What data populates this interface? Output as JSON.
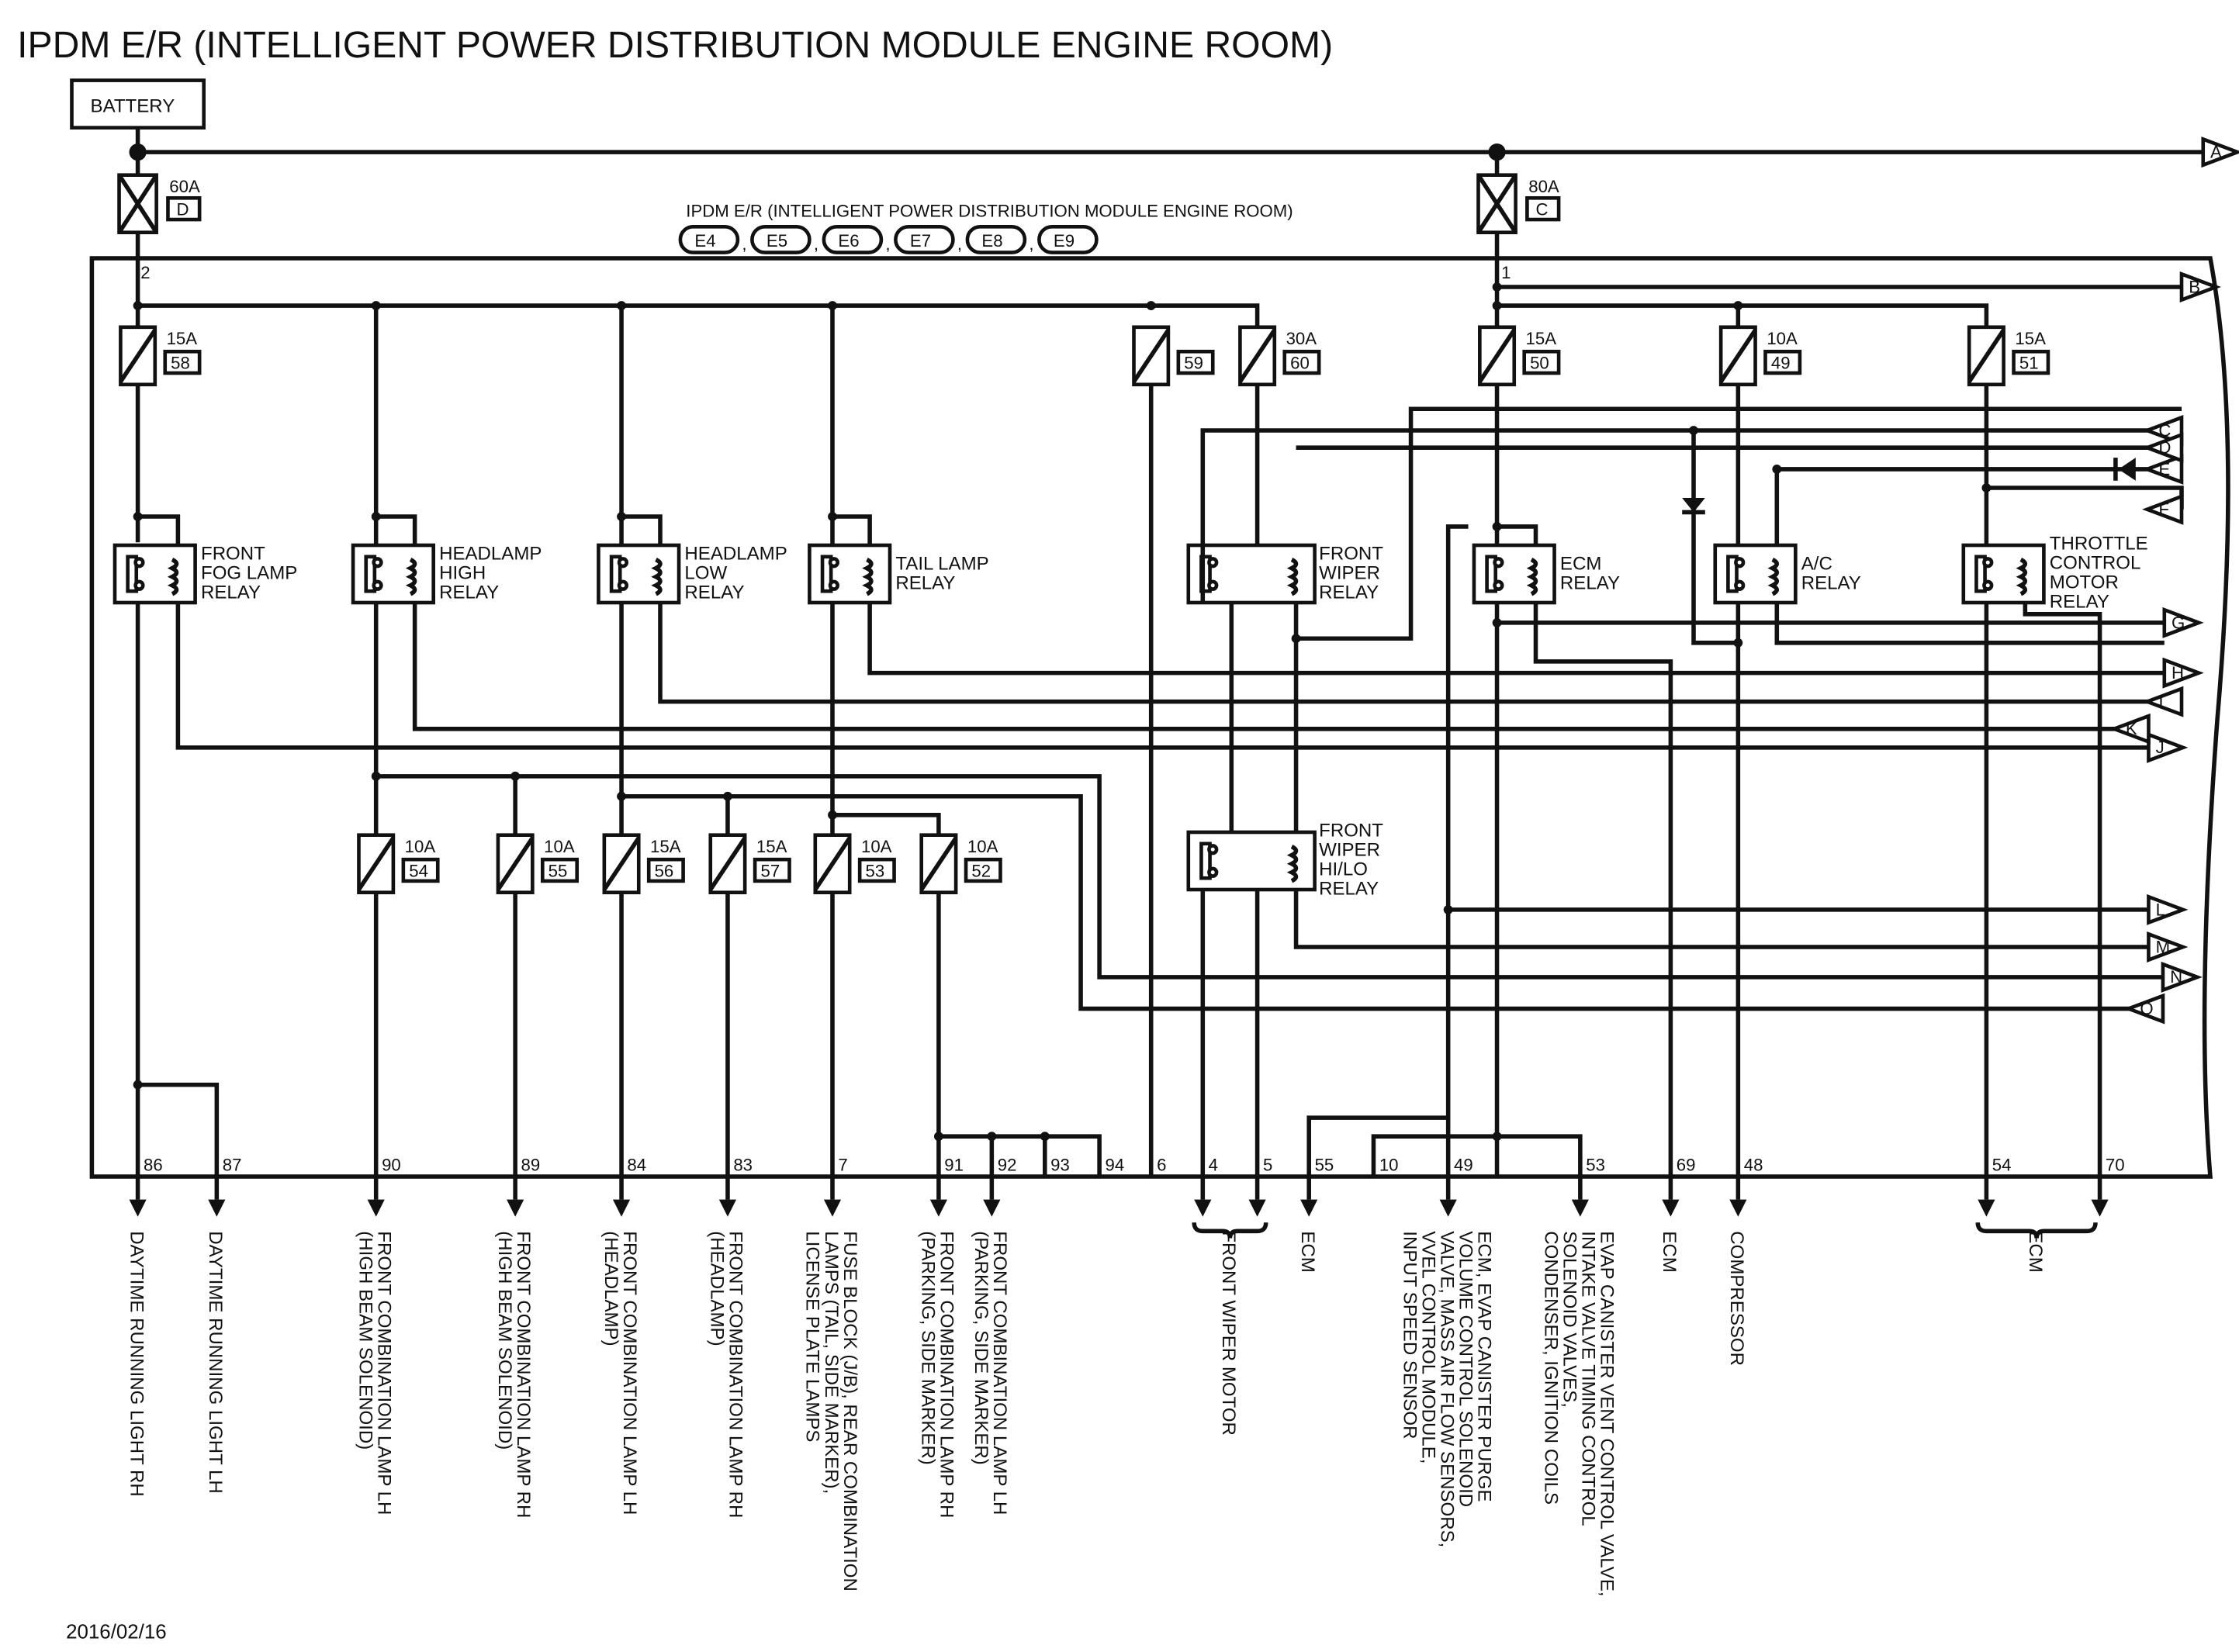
{
  "title": "IPDM E/R (INTELLIGENT POWER DISTRIBUTION MODULE ENGINE ROOM)",
  "battery": "BATTERY",
  "module_label": "IPDM E/R (INTELLIGENT POWER DISTRIBUTION MODULE ENGINE ROOM)",
  "connectors": [
    "E4",
    "E5",
    "E6",
    "E7",
    "E8",
    "E9"
  ],
  "fusible_links": [
    {
      "rating": "60A",
      "id": "D",
      "terminal": "2"
    },
    {
      "rating": "80A",
      "id": "C",
      "terminal": "1"
    }
  ],
  "fuses": [
    {
      "rating": "15A",
      "num": "58"
    },
    {
      "rating": "",
      "num": "59"
    },
    {
      "rating": "30A",
      "num": "60"
    },
    {
      "rating": "15A",
      "num": "50"
    },
    {
      "rating": "10A",
      "num": "49"
    },
    {
      "rating": "15A",
      "num": "51"
    },
    {
      "rating": "10A",
      "num": "54"
    },
    {
      "rating": "10A",
      "num": "55"
    },
    {
      "rating": "15A",
      "num": "56"
    },
    {
      "rating": "15A",
      "num": "57"
    },
    {
      "rating": "10A",
      "num": "53"
    },
    {
      "rating": "10A",
      "num": "52"
    }
  ],
  "relays": [
    {
      "lines": [
        "FRONT",
        "FOG LAMP",
        "RELAY"
      ]
    },
    {
      "lines": [
        "HEADLAMP",
        "HIGH",
        "RELAY"
      ]
    },
    {
      "lines": [
        "HEADLAMP",
        "LOW",
        "RELAY"
      ]
    },
    {
      "lines": [
        "TAIL LAMP",
        "RELAY"
      ]
    },
    {
      "lines": [
        "FRONT",
        "WIPER",
        "RELAY"
      ]
    },
    {
      "lines": [
        "ECM",
        "RELAY"
      ]
    },
    {
      "lines": [
        "A/C",
        "RELAY"
      ]
    },
    {
      "lines": [
        "THROTTLE",
        "CONTROL",
        "MOTOR",
        "RELAY"
      ]
    },
    {
      "lines": [
        "FRONT",
        "WIPER",
        "HI/LO",
        "RELAY"
      ]
    }
  ],
  "connector_refs": [
    "A",
    "B",
    "C",
    "D",
    "E",
    "F",
    "G",
    "H",
    "I",
    "J",
    "K",
    "L",
    "M",
    "N",
    "O"
  ],
  "terminals": [
    "86",
    "87",
    "90",
    "89",
    "84",
    "83",
    "7",
    "91",
    "92",
    "93",
    "94",
    "6",
    "4",
    "5",
    "55",
    "10",
    "49",
    "53",
    "69",
    "48",
    "54",
    "70"
  ],
  "outputs": [
    {
      "lines": [
        "DAYTIME RUNNING LIGHT RH"
      ]
    },
    {
      "lines": [
        "DAYTIME RUNNING LIGHT LH"
      ]
    },
    {
      "lines": [
        "FRONT COMBINATION LAMP LH",
        "(HIGH BEAM SOLENOID)"
      ]
    },
    {
      "lines": [
        "FRONT COMBINATION LAMP RH",
        "(HIGH BEAM SOLENOID)"
      ]
    },
    {
      "lines": [
        "FRONT COMBINATION LAMP LH",
        "(HEADLAMP)"
      ]
    },
    {
      "lines": [
        "FRONT COMBINATION LAMP RH",
        "(HEADLAMP)"
      ]
    },
    {
      "lines": [
        "FUSE BLOCK (J/B), REAR COMBINATION",
        "LAMPS (TAIL, SIDE MARKER),",
        "LICENSE PLATE LAMPS"
      ]
    },
    {
      "lines": [
        "FRONT COMBINATION LAMP RH",
        "(PARKING, SIDE MARKER)"
      ]
    },
    {
      "lines": [
        "FRONT COMBINATION LAMP LH",
        "(PARKING, SIDE MARKER)"
      ]
    },
    {
      "lines": [
        "FRONT WIPER MOTOR"
      ]
    },
    {
      "lines": [
        "ECM"
      ]
    },
    {
      "lines": [
        "ECM, EVAP CANISTER PURGE",
        "VOLUME CONTROL SOLENOID",
        "VALVE, MASS AIR FLOW SENSORS,",
        "VVEL CONTROL MODULE,",
        "INPUT SPEED SENSOR"
      ]
    },
    {
      "lines": [
        "EVAP CANISTER VENT CONTROL VALVE,",
        "INTAKE VALVE TIMING CONTROL",
        "SOLENOID VALVES,",
        "CONDENSER, IGNITION COILS"
      ]
    },
    {
      "lines": [
        "ECM"
      ]
    },
    {
      "lines": [
        "COMPRESSOR"
      ]
    },
    {
      "lines": [
        "ECM"
      ]
    }
  ],
  "date": "2016/02/16"
}
